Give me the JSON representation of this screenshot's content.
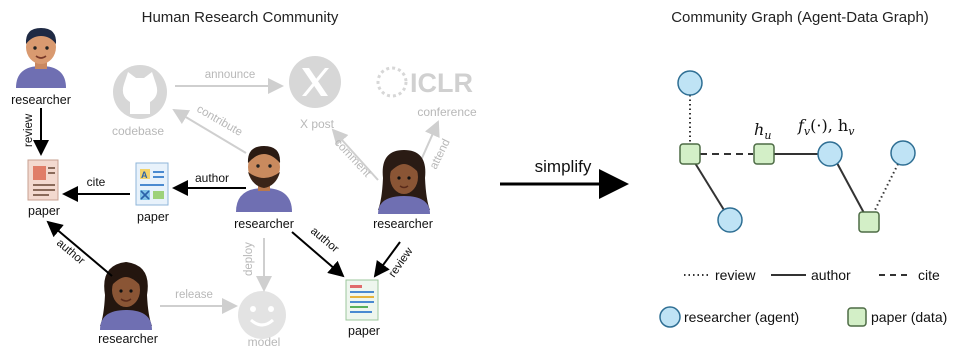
{
  "left_panel": {
    "title": "Human Research Community",
    "actors": {
      "researcher_top_left": "researcher",
      "researcher_center": "researcher",
      "researcher_right": "researcher",
      "researcher_bottom": "researcher"
    },
    "artifacts": {
      "paper_left": "paper",
      "paper_center": "paper",
      "paper_bottom": "paper",
      "codebase": "codebase",
      "x_post": "X post",
      "conference": "conference",
      "conference_logo": "ICLR",
      "model": "model"
    },
    "edges": {
      "review_top": "review",
      "cite": "cite",
      "author_center": "author",
      "author_bottom": "author",
      "author_center_bottom": "author",
      "review_right": "review",
      "announce": "announce",
      "contribute": "contribute",
      "comment": "comment",
      "attend": "attend",
      "deploy": "deploy",
      "release": "release"
    }
  },
  "middle": {
    "arrow_label": "simplify"
  },
  "right_panel": {
    "title": "Community Graph (Agent-Data Graph)",
    "node_labels": {
      "h_u": "h",
      "h_u_sub": "u",
      "f_v": "f",
      "f_v_sub": "v",
      "f_v_args": "(·), h",
      "h_v_sub": "v"
    },
    "edge_legend": [
      {
        "style": "dotted",
        "label": "review"
      },
      {
        "style": "solid",
        "label": "author"
      },
      {
        "style": "dashed",
        "label": "cite"
      }
    ],
    "node_legend": [
      {
        "shape": "circle",
        "label": "researcher (agent)"
      },
      {
        "shape": "square",
        "label": "paper (data)"
      }
    ]
  },
  "colors": {
    "agent_fill": "#bfe3f5",
    "agent_stroke": "#2f6f94",
    "data_fill": "#d3efc7",
    "data_stroke": "#4d6b45",
    "faded": "#cfcfcf",
    "faded_text": "#b8b8b8"
  }
}
